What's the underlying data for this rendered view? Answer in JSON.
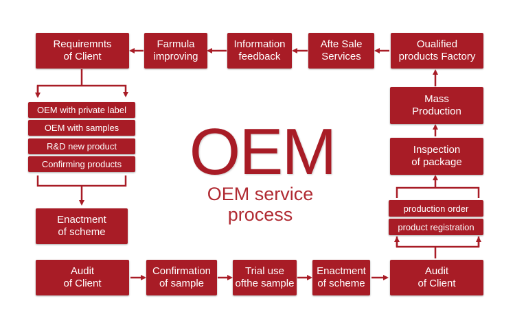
{
  "center": {
    "title": "OEM",
    "subtitle": "OEM service process"
  },
  "boxes": {
    "requirements": "Requiremnts\nof  Client",
    "formula": "Farmula\nimproving",
    "feedback": "Information\nfeedback",
    "after_sale": "Afte Sale\nServices",
    "qualified": "Oualified\nproducts Factory",
    "mass": "Mass\nProduction",
    "inspection": "Inspection\nof package",
    "production_order": "production order",
    "product_registration": "product registration",
    "audit_right": "Audit\nof Client",
    "enactment_bottom": "Enactment\nof scheme",
    "trial": "Trial use\nofthe sample",
    "confirmation": "Confirmation\nof sample",
    "audit_left": "Audit\nof Client",
    "enactment_left": "Enactment\nof scheme"
  },
  "options": {
    "oem_private": "OEM with private label",
    "oem_samples": "OEM with samples",
    "rd": "R&D new product",
    "confirming": "Confirming products"
  },
  "colors": {
    "box": "#a81c26",
    "arrow": "#a81c26"
  }
}
